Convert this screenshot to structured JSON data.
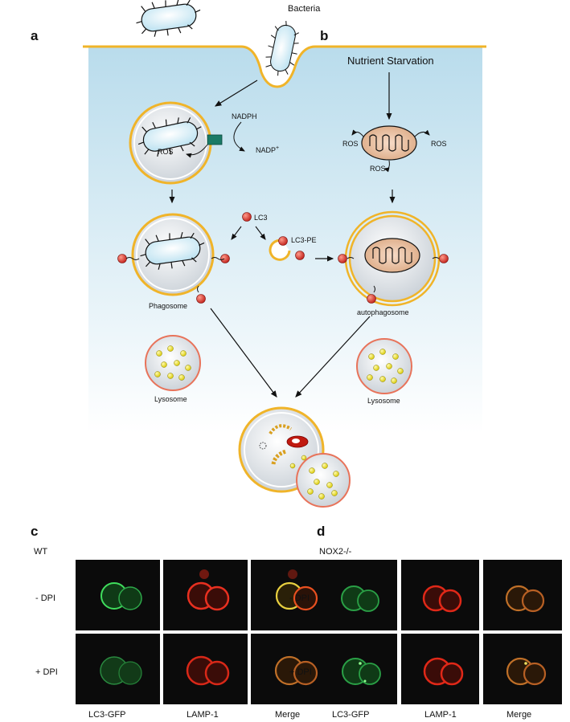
{
  "panels": {
    "a": "a",
    "b": "b",
    "c": "c",
    "d": "d"
  },
  "diagram": {
    "bacteria": "Bacteria",
    "nutrient_starvation": "Nutrient Starvation",
    "nadph": "NADPH",
    "nadp": "NADP",
    "nadp_sup": "+",
    "ros": "ROS",
    "lc3": "LC3",
    "lc3_pe": "LC3-PE",
    "phagosome": "Phagosome",
    "autophagosome": "autophagosome",
    "lysosome": "Lysosome"
  },
  "micrographs": {
    "c": {
      "genotype": "WT",
      "rows": [
        "- DPI",
        "+ DPI"
      ],
      "columns": [
        "LC3-GFP",
        "LAMP-1",
        "Merge"
      ]
    },
    "d": {
      "genotype": "NOX2-/-",
      "rows": [
        "- DPI",
        "+ DPI"
      ],
      "columns": [
        "LC3-GFP",
        "LAMP-1",
        "Merge"
      ]
    }
  },
  "colors": {
    "membrane": "#f0b429",
    "lysosome_rim": "#e8735a",
    "lc3_dot": "#d9332b",
    "gfp": "#33cc55",
    "lamp": "#e03020",
    "nox_complex": "#1a7a66"
  }
}
